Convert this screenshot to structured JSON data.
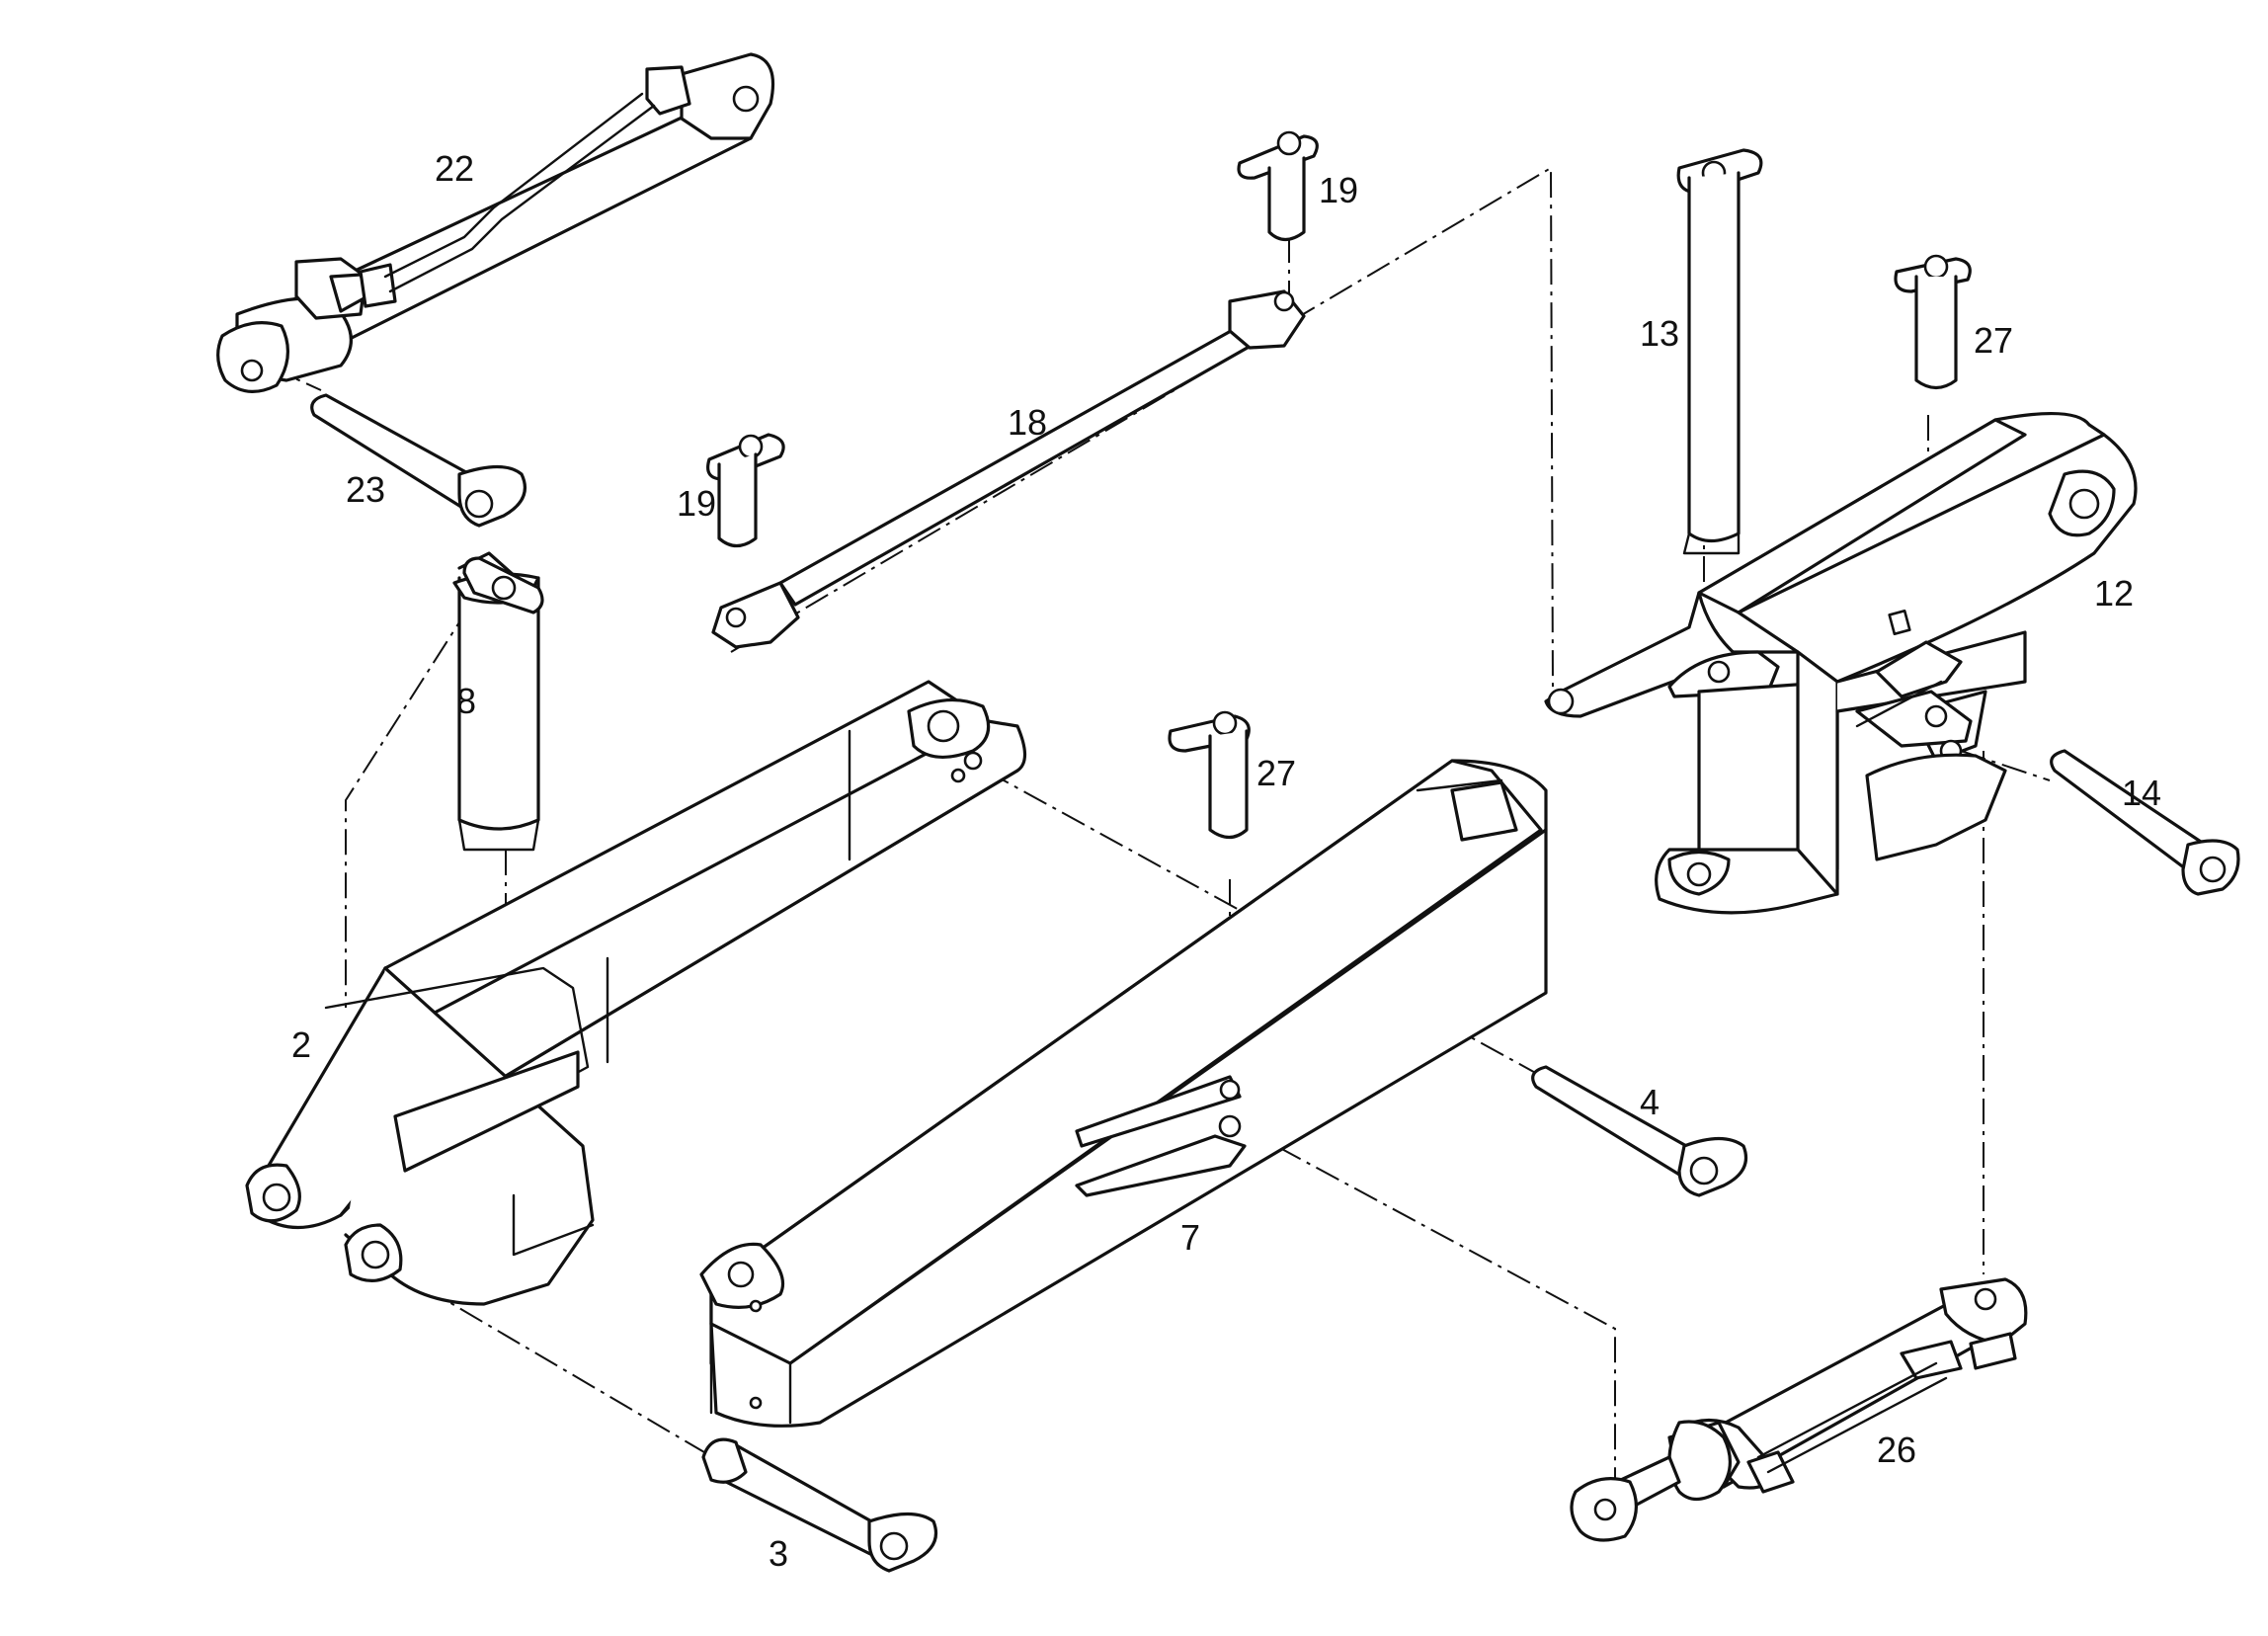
{
  "diagram": {
    "callouts": [
      {
        "id": "c22",
        "text": "22"
      },
      {
        "id": "c23",
        "text": "23"
      },
      {
        "id": "c19a",
        "text": "19"
      },
      {
        "id": "c18",
        "text": "18"
      },
      {
        "id": "c19b",
        "text": "19"
      },
      {
        "id": "c8",
        "text": "8"
      },
      {
        "id": "c2",
        "text": "2"
      },
      {
        "id": "c27a",
        "text": "27"
      },
      {
        "id": "c7",
        "text": "7"
      },
      {
        "id": "c4",
        "text": "4"
      },
      {
        "id": "c3",
        "text": "3"
      },
      {
        "id": "c13",
        "text": "13"
      },
      {
        "id": "c27b",
        "text": "27"
      },
      {
        "id": "c12",
        "text": "12"
      },
      {
        "id": "c14",
        "text": "14"
      },
      {
        "id": "c26",
        "text": "26"
      }
    ]
  }
}
